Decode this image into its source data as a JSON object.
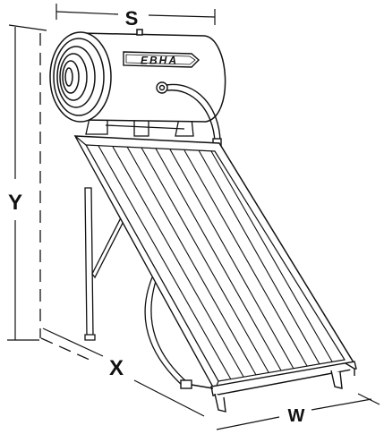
{
  "dimensions": {
    "s": "S",
    "y": "Y",
    "x": "X",
    "w": "W"
  },
  "tank": {
    "brand": "EBHA"
  }
}
